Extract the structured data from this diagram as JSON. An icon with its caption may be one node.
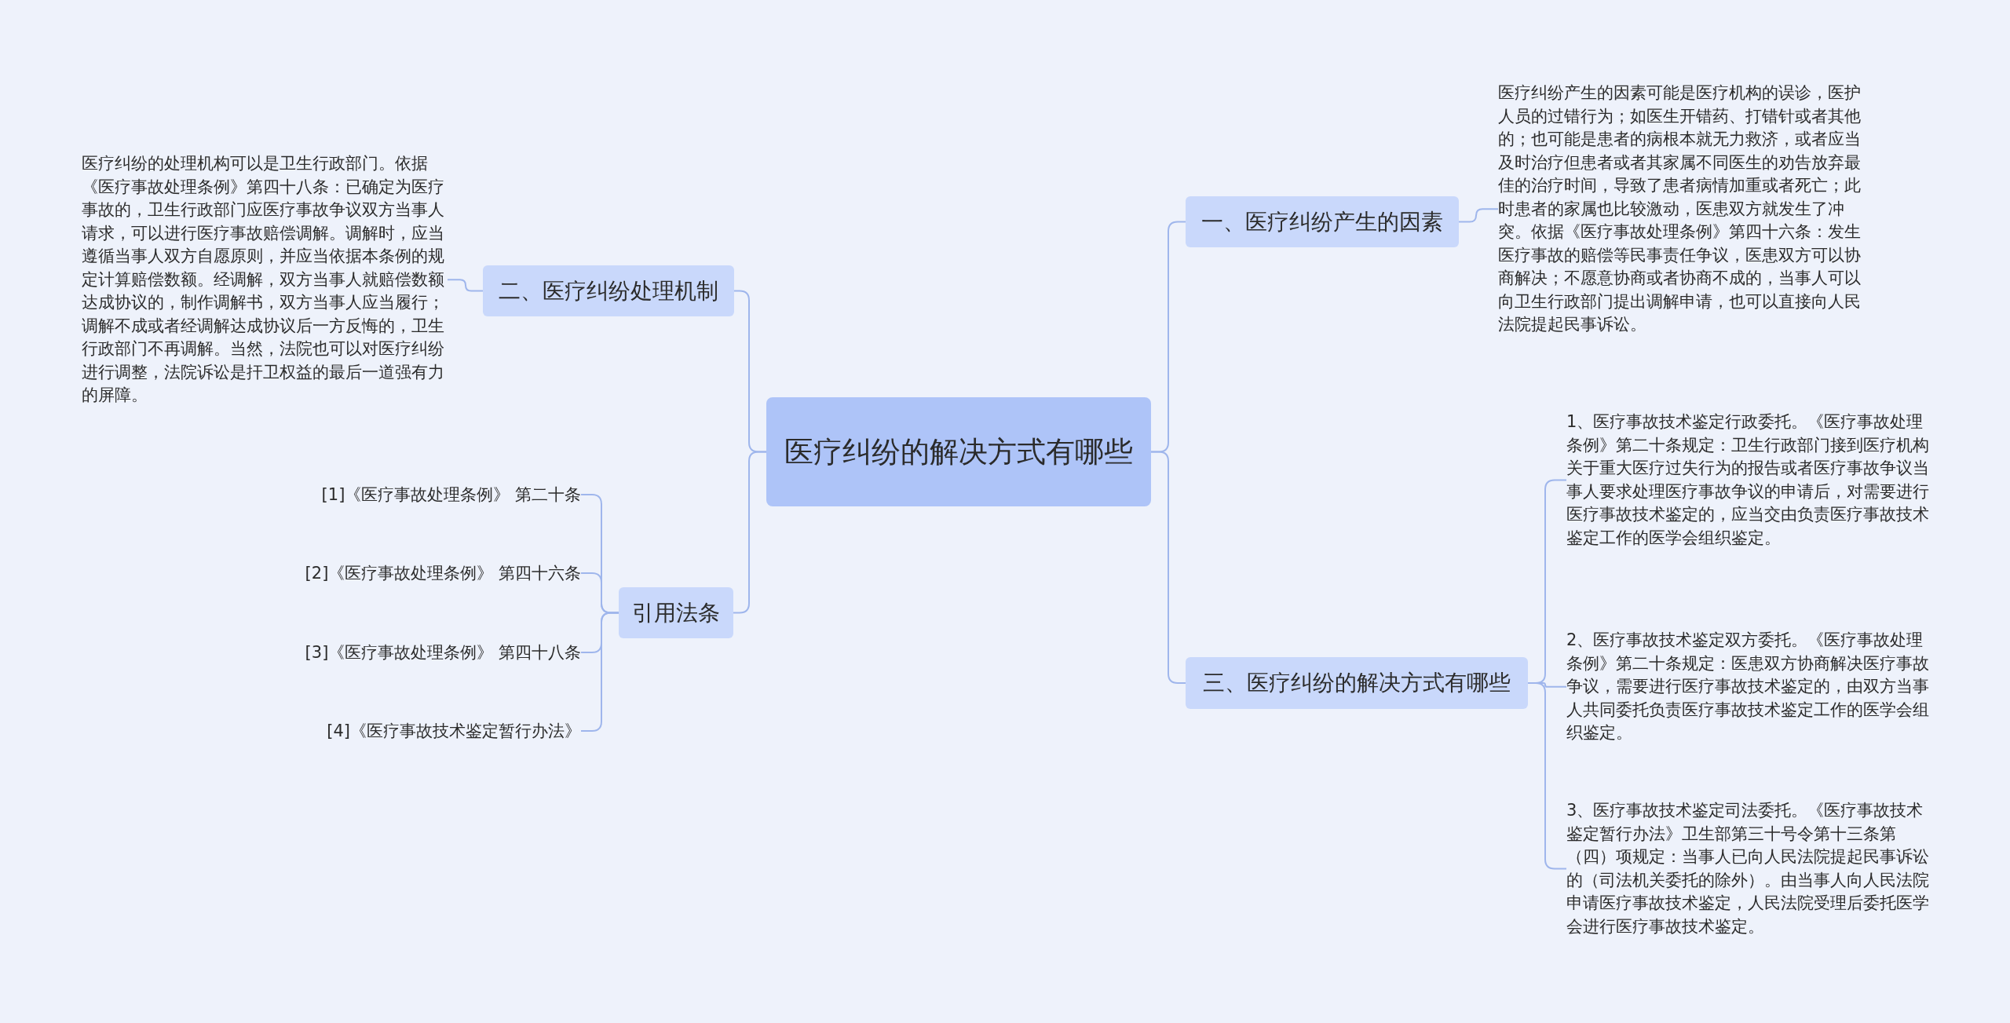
{
  "diagram": {
    "nodes": [
      {
        "text": [
          "医疗纠纷的解决方式有哪些"
        ]
      },
      {
        "text": [
          "一、医疗纠纷产生的因素"
        ]
      },
      {
        "text": [
          "医疗纠纷产生的因素可能是医疗机构的误诊，医护人员的过错行为；如医生开错药、打错针或者其他的；也可能是患者的病根本就无力救济，或者应当及时治疗但患者或者其家属不同医生的劝告放弃最佳的治疗时间，导致了患者病情加重或者死亡；此时患者的家属也比较激动，医患双方就发生了冲突。依据《医疗事故处理条例》第四十六条：发生医疗事故的赔偿等民事责任争议，医患双方可以协商解决；不愿意协商或者协商不成的，当事人可以向卫生行政部门提出调解申请，也可以直接向人民法院提起民事诉讼。"
        ]
      },
      {
        "text": [
          "三、医疗纠纷的解决方式有哪些"
        ]
      },
      {
        "text": [
          "1、医疗事故技术鉴定行政委托。《医疗事故处理条例》第二十条规定：卫生行政部门接到医疗机构关于重大医疗过失行为的报告或者医疗事故争议当事人要求处理医疗事故争议的申请后，对需要进行医疗事故技术鉴定的，应当交由负责医疗事故技术鉴定工作的医学会组织鉴定。"
        ]
      },
      {
        "text": [
          "2、医疗事故技术鉴定双方委托。《医疗事故处理条例》第二十条规定：医患双方协商解决医疗事故争议，需要进行医疗事故技术鉴定的，由双方当事人共同委托负责医疗事故技术鉴定工作的医学会组织鉴定。"
        ]
      },
      {
        "text": [
          "3、医疗事故技术鉴定司法委托。《医疗事故技术鉴定暂行办法》卫生部第三十号令第十三条第（四）项规定：当事人已向人民法院提起民事诉讼的（司法机关委托的除外）。由当事人向人民法院申请医疗事故技术鉴定，人民法院受理后委托医学会进行医疗事故技术鉴定。"
        ]
      },
      {
        "text": [
          "二、医疗纠纷处理机制"
        ]
      },
      {
        "text": [
          "医疗纠纷的处理机构可以是卫生行政部门。依据《医疗事故处理条例》第四十八条：已确定为医疗事故的，卫生行政部门应医疗事故争议双方当事人请求，可以进行医疗事故赔偿调解。调解时，应当遵循当事人双方自愿原则，并应当依据本条例的规定计算赔偿数额。经调解，双方当事人就赔偿数额达成协议的，制作调解书，双方当事人应当履行；调解不成或者经调解达成协议后一方反悔的，卫生行政部门不再调解。当然，法院也可以对医疗纠纷进行调整，法院诉讼是扞卫权益的最后一道强有力的屏障。"
        ]
      },
      {
        "text": [
          "引用法条"
        ]
      },
      {
        "text": [
          "[1]《医疗事故处理条例》 第二十条"
        ]
      },
      {
        "text": [
          "[2]《医疗事故处理条例》 第四十六条"
        ]
      },
      {
        "text": [
          "[3]《医疗事故处理条例》 第四十八条"
        ]
      },
      {
        "text": [
          "[4]《医疗事故技术鉴定暂行办法》"
        ]
      }
    ],
    "edges": [
      {
        "from": 0,
        "to": 1,
        "arrow": "none"
      },
      {
        "from": 1,
        "to": 2,
        "arrow": "none"
      },
      {
        "from": 0,
        "to": 3,
        "arrow": "none"
      },
      {
        "from": 3,
        "to": 4,
        "arrow": "none"
      },
      {
        "from": 3,
        "to": 5,
        "arrow": "none"
      },
      {
        "from": 3,
        "to": 6,
        "arrow": "none"
      },
      {
        "from": 0,
        "to": 7,
        "arrow": "none"
      },
      {
        "from": 7,
        "to": 8,
        "arrow": "none"
      },
      {
        "from": 0,
        "to": 9,
        "arrow": "none"
      },
      {
        "from": 9,
        "to": 10,
        "arrow": "none"
      },
      {
        "from": 9,
        "to": 11,
        "arrow": "none"
      },
      {
        "from": 9,
        "to": 12,
        "arrow": "none"
      },
      {
        "from": 9,
        "to": 13,
        "arrow": "none"
      }
    ]
  }
}
